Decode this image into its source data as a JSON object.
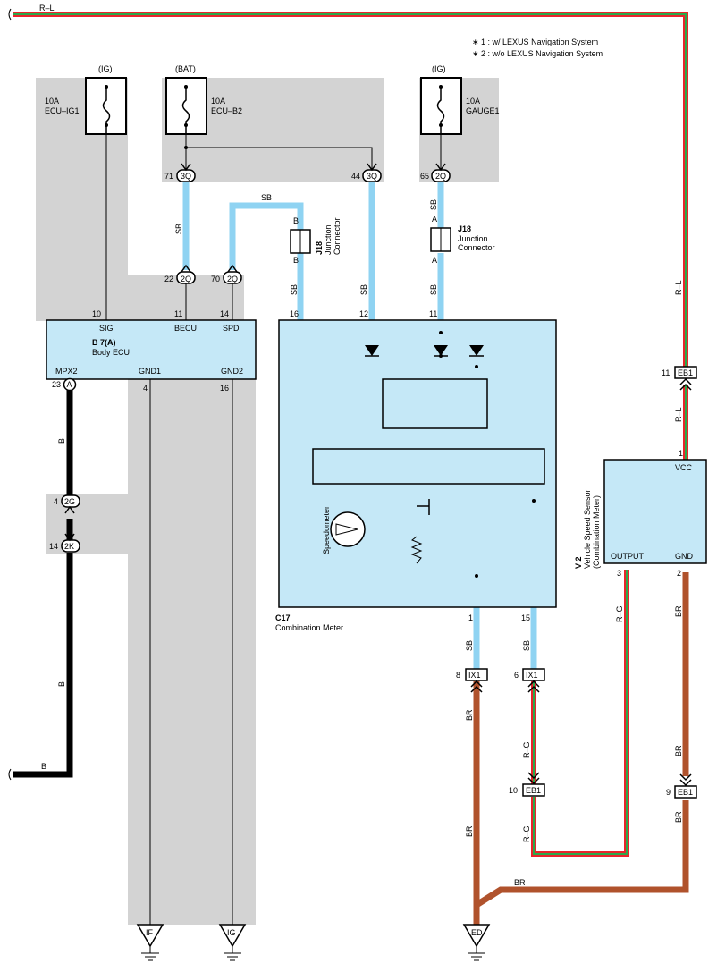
{
  "notes": {
    "note1": "∗ 1 : w/ LEXUS Navigation System",
    "note2": "∗ 2 : w/o LEXUS Navigation System"
  },
  "fuses": {
    "ecu_ig1": {
      "source": "(IG)",
      "amp": "10A",
      "name": "ECU–IG1"
    },
    "ecu_b2": {
      "source": "(BAT)",
      "amp": "10A",
      "name": "ECU–B2"
    },
    "gauge1": {
      "source": "(IG)",
      "amp": "10A",
      "name": "GAUGE1"
    }
  },
  "connectors": {
    "c3q_71": {
      "pin": "71",
      "id": "3Q"
    },
    "c3q_44": {
      "pin": "44",
      "id": "3Q"
    },
    "c2q_65": {
      "pin": "65",
      "id": "2Q"
    },
    "c2q_22": {
      "pin": "22",
      "id": "2Q"
    },
    "c2q_70": {
      "pin": "70",
      "id": "2Q"
    },
    "c2g_4": {
      "pin": "4",
      "id": "2G"
    },
    "c2k_14": {
      "pin": "14",
      "id": "2K"
    },
    "eb1_11": {
      "pin": "11",
      "id": "EB1"
    },
    "eb1_10": {
      "pin": "10",
      "id": "EB1"
    },
    "eb1_9": {
      "pin": "9",
      "id": "EB1"
    },
    "ix1_8": {
      "pin": "8",
      "id": "IX1"
    },
    "ix1_6": {
      "pin": "6",
      "id": "IX1"
    },
    "a_23": {
      "pin": "23",
      "id": "A"
    }
  },
  "junctions": {
    "j18_left": {
      "id": "J18",
      "name1": "Junction",
      "name2": "Connector",
      "top": "B",
      "bottom": "B"
    },
    "j18_right": {
      "id": "J18",
      "name1": "Junction",
      "name2": "Connector",
      "top": "A",
      "bottom": "A"
    }
  },
  "body_ecu": {
    "id": "B 7(A)",
    "name": "Body ECU",
    "pins": {
      "sig": {
        "num": "10",
        "label": "SIG"
      },
      "becu": {
        "num": "11",
        "label": "BECU"
      },
      "spd": {
        "num": "14",
        "label": "SPD"
      },
      "mpx2": {
        "num": "23",
        "label": "MPX2"
      },
      "gnd1": {
        "num": "4",
        "label": "GND1"
      },
      "gnd2": {
        "num": "16",
        "label": "GND2"
      }
    }
  },
  "meter": {
    "id": "C17",
    "name": "Combination Meter",
    "speedometer": "Speedometer",
    "pins": {
      "p16": "16",
      "p12": "12",
      "p11": "11",
      "p1": "1",
      "p15": "15"
    }
  },
  "sensor": {
    "id": "V 2",
    "name1": "Vehicle Speed Sensor",
    "name2": "(Combination Meter)",
    "pins": {
      "vcc": {
        "num": "1",
        "label": "VCC"
      },
      "output": {
        "num": "3",
        "label": "OUTPUT"
      },
      "gnd": {
        "num": "2",
        "label": "GND"
      }
    }
  },
  "wires": {
    "rl": "R–L",
    "sb": "SB",
    "b": "B",
    "br": "BR",
    "rg": "R–G"
  },
  "grounds": {
    "if": "IF",
    "ig": "IG",
    "ed": "ED"
  },
  "colors": {
    "sb": "#8fd3f2",
    "br": "#b0522c",
    "b": "#000000",
    "red": "#e8252b",
    "green": "#2ca84a",
    "shade": "#d3d3d3",
    "box": "#c5e8f7"
  }
}
